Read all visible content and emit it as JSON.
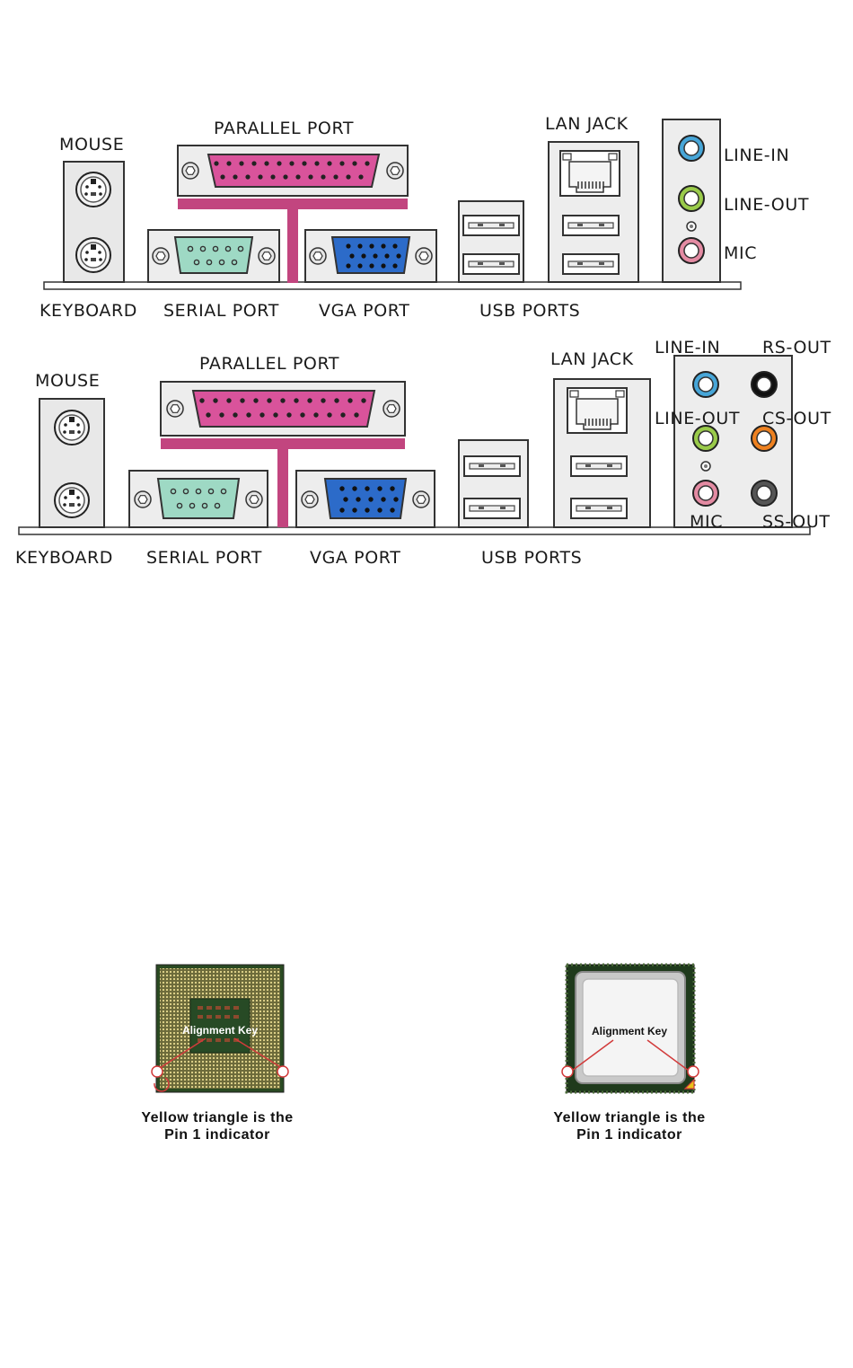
{
  "panel1": {
    "mouse": "MOUSE",
    "parallel": "PARALLEL PORT",
    "lan": "LAN JACK",
    "line_in": "LINE-IN",
    "line_out": "LINE-OUT",
    "mic": "MIC",
    "keyboard": "KEYBOARD",
    "serial": "SERIAL PORT",
    "vga": "VGA PORT",
    "usb": "USB PORTS"
  },
  "panel2": {
    "mouse": "MOUSE",
    "parallel": "PARALLEL PORT",
    "lan": "LAN JACK",
    "line_in": "LINE-IN",
    "rs_out": "RS-OUT",
    "line_out": "LINE-OUT",
    "cs_out": "CS-OUT",
    "mic": "MIC",
    "ss_out": "SS-OUT",
    "keyboard": "KEYBOARD",
    "serial": "SERIAL PORT",
    "vga": "VGA PORT",
    "usb": "USB PORTS"
  },
  "cpu_left": {
    "key_label": "Alignment Key",
    "caption_line1": "Yellow triangle is the",
    "caption_line2": "Pin 1 indicator"
  },
  "cpu_right": {
    "key_label": "Alignment Key",
    "caption_line1": "Yellow triangle is the",
    "caption_line2": "Pin 1 indicator"
  },
  "colors": {
    "parallel": "#d9539b",
    "serial": "#9ed9c4",
    "vga": "#2c6bc9",
    "link_bar": "#c2457f",
    "line_in": "#47a6d8",
    "line_out": "#9acb4a",
    "mic": "#e48ba3",
    "rs_out": "#111111",
    "cs_out": "#ee8120",
    "ss_out": "#555555",
    "pcb": "#1d3d1e",
    "pins": "#d7c98a",
    "indicator": "#d23b3b"
  }
}
